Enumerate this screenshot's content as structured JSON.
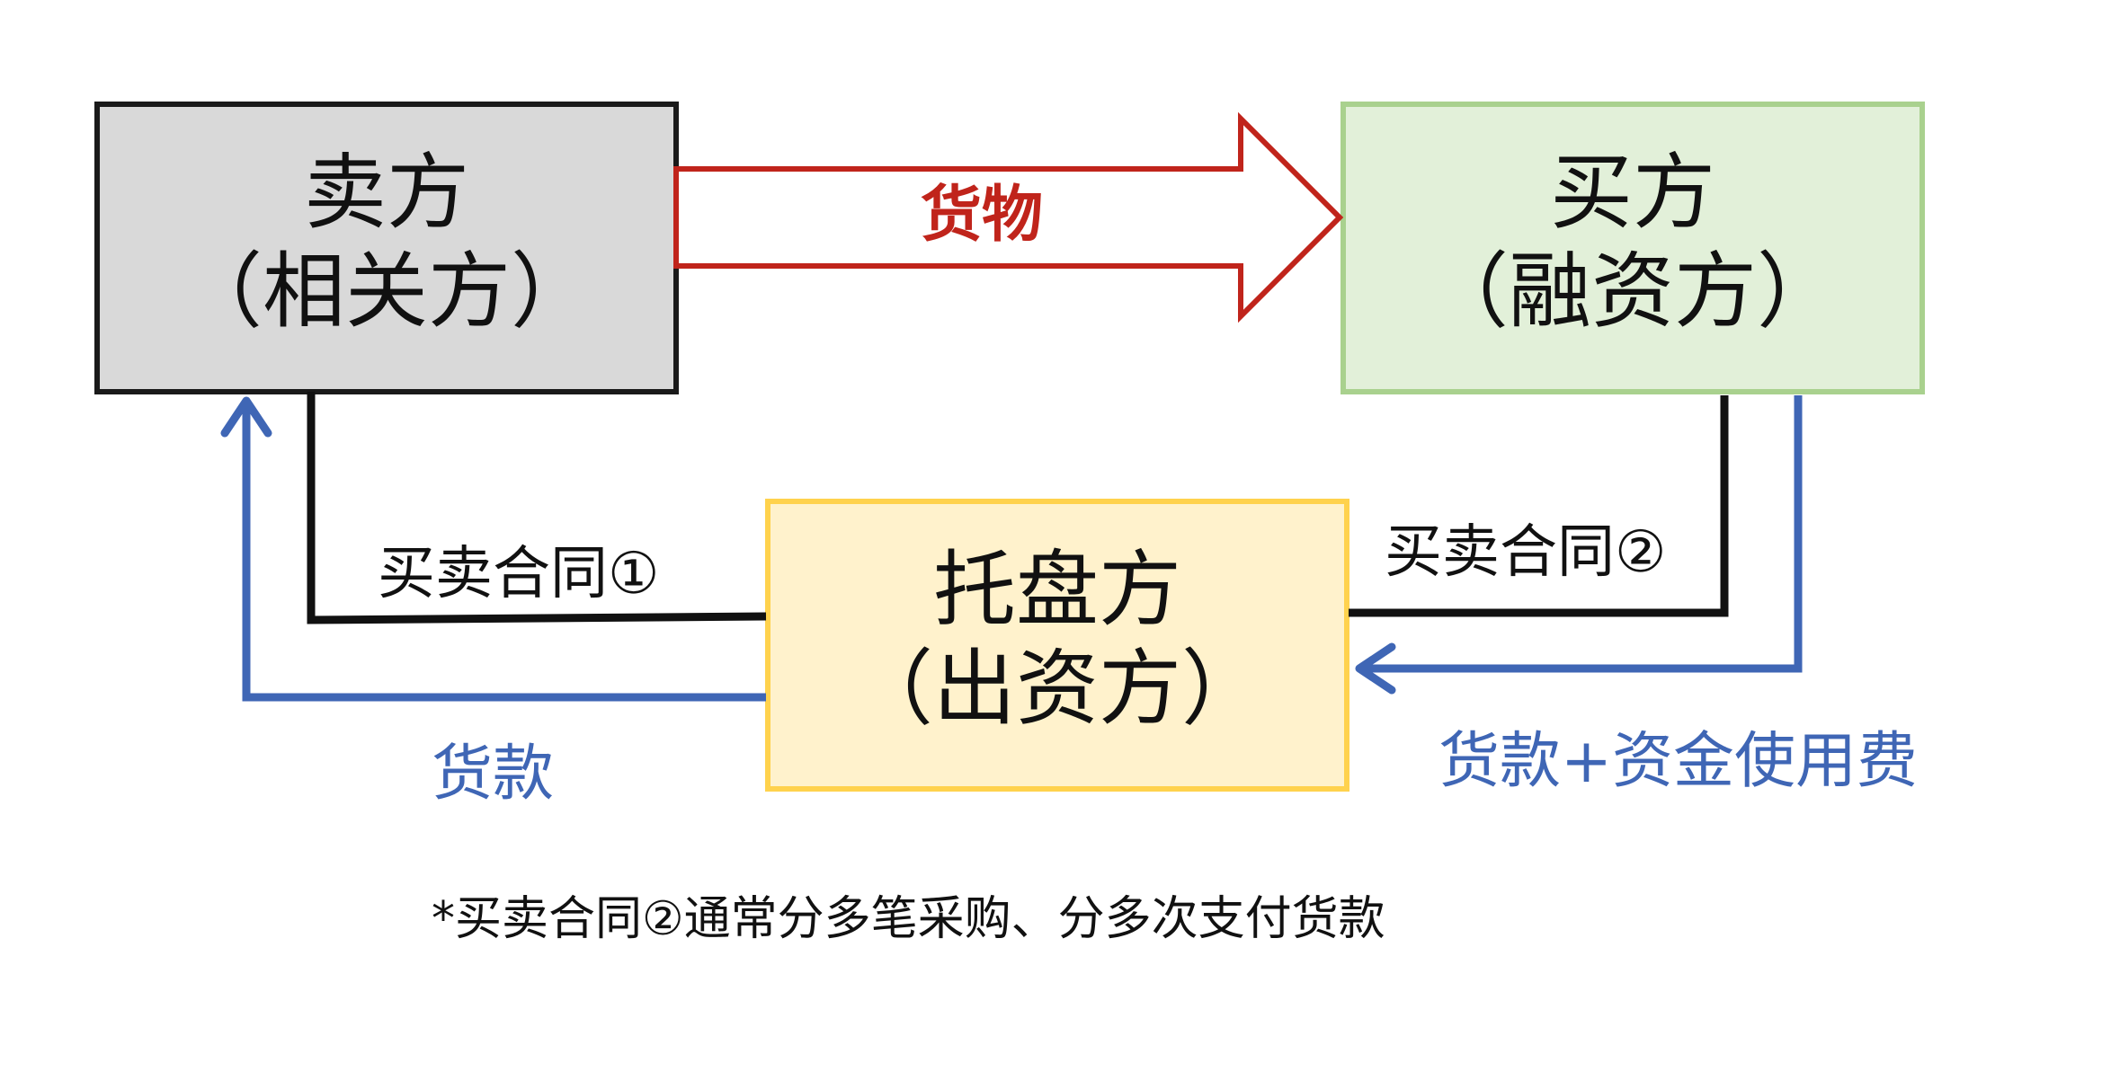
{
  "seller": {
    "line1": "卖方",
    "line2": "（相关方）",
    "fill": "#d9d9d9",
    "stroke": "#1a1a1a"
  },
  "buyer": {
    "line1": "买方",
    "line2": "（融资方）",
    "fill": "#e2f0d9",
    "stroke": "#a9d18e"
  },
  "custodian": {
    "line1": "托盘方",
    "line2": "（出资方）",
    "fill": "#fff2cc",
    "stroke": "#ffd24d"
  },
  "flows": {
    "goods": {
      "label": "货物",
      "color": "#c0241b"
    },
    "contract1": {
      "label": "买卖合同①",
      "color": "#111111"
    },
    "contract2": {
      "label": "买卖合同②",
      "color": "#111111"
    },
    "payment": {
      "label": "货款",
      "color": "#3f66b5"
    },
    "payment_fee": {
      "label": "货款+资金使用费",
      "color": "#3f66b5"
    }
  },
  "footnote": "*买卖合同②通常分多笔采购、分多次支付货款"
}
